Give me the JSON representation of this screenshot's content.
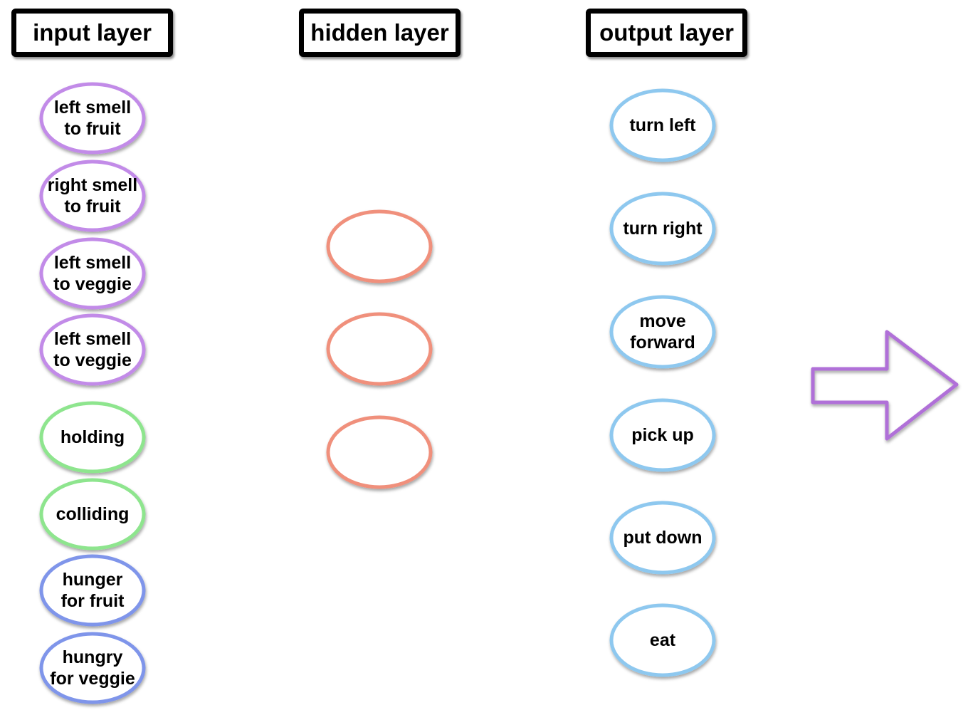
{
  "layers": {
    "input": {
      "title": "input layer",
      "nodes": [
        {
          "lines": [
            "left smell",
            "to fruit"
          ],
          "color": "#c28be8"
        },
        {
          "lines": [
            "right smell",
            "to fruit"
          ],
          "color": "#c28be8"
        },
        {
          "lines": [
            "left smell",
            "to veggie"
          ],
          "color": "#c28be8"
        },
        {
          "lines": [
            "left smell",
            "to veggie"
          ],
          "color": "#c28be8"
        },
        {
          "lines": [
            "holding"
          ],
          "color": "#8ee58e"
        },
        {
          "lines": [
            "colliding"
          ],
          "color": "#8ee58e"
        },
        {
          "lines": [
            "hunger",
            "for fruit"
          ],
          "color": "#7f95ea"
        },
        {
          "lines": [
            "hungry",
            "for veggie"
          ],
          "color": "#7f95ea"
        }
      ]
    },
    "hidden": {
      "title": "hidden layer",
      "nodes": [
        {
          "lines": [],
          "color": "#f0907c"
        },
        {
          "lines": [],
          "color": "#f0907c"
        },
        {
          "lines": [],
          "color": "#f0907c"
        }
      ]
    },
    "output": {
      "title": "output layer",
      "nodes": [
        {
          "lines": [
            "turn left"
          ],
          "color": "#8ec8ef"
        },
        {
          "lines": [
            "turn right"
          ],
          "color": "#8ec8ef"
        },
        {
          "lines": [
            "move",
            "forward"
          ],
          "color": "#8ec8ef"
        },
        {
          "lines": [
            "pick up"
          ],
          "color": "#8ec8ef"
        },
        {
          "lines": [
            "put down"
          ],
          "color": "#8ec8ef"
        },
        {
          "lines": [
            "eat"
          ],
          "color": "#8ec8ef"
        }
      ]
    }
  },
  "arrow": {
    "direction": "right",
    "color": "#b06fd8"
  }
}
